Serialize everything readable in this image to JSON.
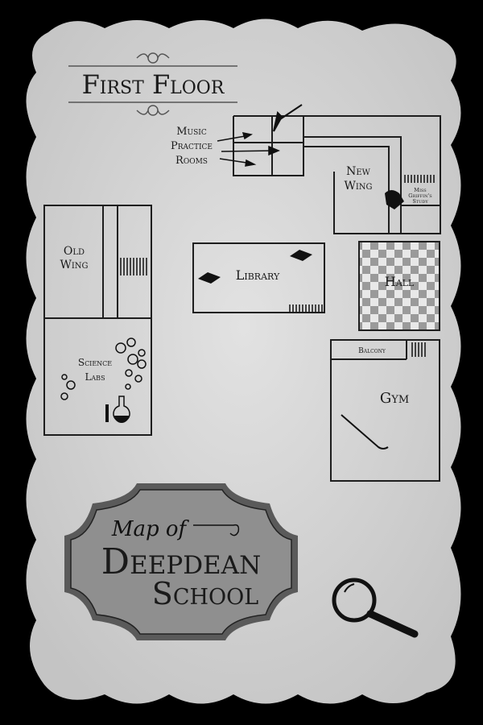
{
  "header": {
    "title": "First Floor"
  },
  "rooms": {
    "music": [
      "Music",
      "Practice",
      "Rooms"
    ],
    "new_wing": [
      "New",
      "Wing"
    ],
    "study": [
      "Miss",
      "Griffin's",
      "Study"
    ],
    "old_wing": [
      "Old",
      "Wing"
    ],
    "science": [
      "Science",
      "Labs"
    ],
    "library": "Library",
    "hall": "Hall",
    "balcony": "Balcony",
    "gym": "Gym"
  },
  "sign": {
    "line1": "Map of",
    "line2": "Deepdean",
    "line3": "School"
  },
  "colors": {
    "background": "#000000",
    "paper": "#d9d9d9",
    "ink": "#1e1e1e",
    "plaque": "#8a8a8a"
  }
}
